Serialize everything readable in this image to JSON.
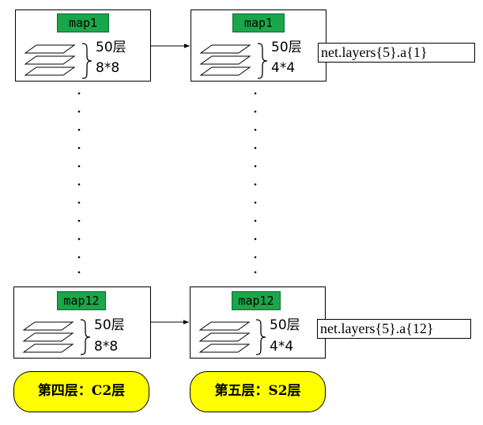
{
  "top_left": {
    "tag": "map1",
    "depth": "50层",
    "size": "8*8"
  },
  "top_right": {
    "tag": "map1",
    "depth": "50层",
    "size": "4*4",
    "net_label": "net.layers{5}.a{1}"
  },
  "bottom_left": {
    "tag": "map12",
    "depth": "50层",
    "size": "8*8"
  },
  "bottom_right": {
    "tag": "map12",
    "depth": "50层",
    "size": "4*4",
    "net_label": "net.layers{5}.a{12}"
  },
  "layer_labels": {
    "left": "第四层：C2层",
    "right": "第五层：S2层"
  },
  "colors": {
    "tag_fill": "#1aa64a",
    "pill_fill": "#ffff00"
  }
}
